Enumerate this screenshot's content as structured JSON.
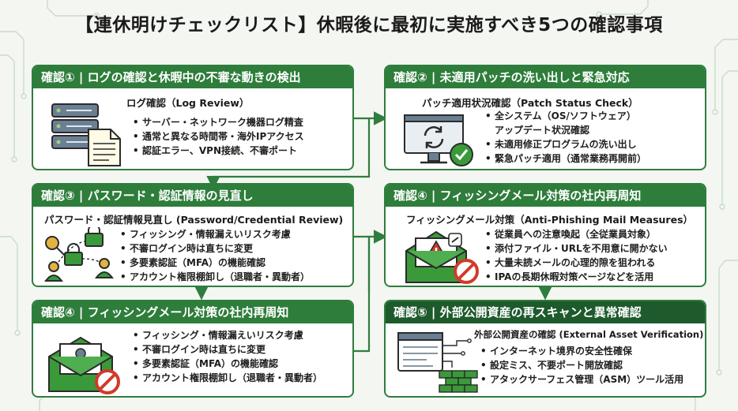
{
  "title": "【連休明けチェックリスト】休暇後に最初に実施すべき5つの確認事項",
  "cards": {
    "c1": {
      "header": "確認① | ログの確認と休暇中の不審な動きの検出",
      "subtitle": "ログ確認（Log Review）",
      "items": [
        "サーバー・ネットワーク機器ログ精査",
        "通常と異なる時間帯・海外IPアクセス",
        "認証エラー、VPN接続、不審ポート"
      ]
    },
    "c2": {
      "header": "確認② | 未適用パッチの洗い出しと緊急対応",
      "subtitle": "パッチ適用状況確認（Patch Status Check）",
      "items": [
        "全システム（OS/ソフトウェア）",
        "アップデート状況確認",
        "未適用修正プログラムの洗い出し",
        "緊急パッチ適用（通常業務再開前）"
      ]
    },
    "c3": {
      "header": "確認③ | パスワード・認証情報の見直し",
      "subtitle": "パスワード・認証情報見直し (Password/Credential Review)",
      "items": [
        "フィッシング・情報漏えいリスク考慮",
        "不審ログイン時は直ちに変更",
        "多要素認証（MFA）の機能確認",
        "アカウント権限棚卸し（退職者・異動者）"
      ]
    },
    "c4a": {
      "header": "確認④ | フィッシングメール対策の社内再周知",
      "subtitle": "フィッシングメール対策（Anti-Phishing Mail Measures）",
      "items": [
        "従業員への注意喚起（全従業員対象）",
        "添付ファイル・URLを不用意に開かない",
        "大量未読メールの心理的隙を狙われる",
        "IPAの長期休暇対策ページなどを活用"
      ]
    },
    "c4b": {
      "header": "確認④ | フィッシングメール対策の社内再周知",
      "items": [
        "フィッシング・情報漏えいリスク考慮",
        "不審ログイン時は直ちに変更",
        "多要素認証（MFA）の機能確認",
        "アカウント権限棚卸し（退職者・異動者）"
      ]
    },
    "c5": {
      "header": "確認⑤ | 外部公開資産の再スキャンと異常確認",
      "subtitle": "外部公開資産の確認 (External Asset Verification)",
      "items": [
        "インターネット境界の安全性確保",
        "設定ミス、不要ポート開放確認",
        "アタックサーフェス管理（ASM）ツール活用"
      ]
    }
  },
  "colors": {
    "header_green": "#2e7d3b",
    "header_dark": "#1e5a2c",
    "border": "#2f7d3f",
    "accent_red": "#d23a2a",
    "check_green": "#3a9a3a"
  },
  "icons": {
    "c1": "server-with-log-document-icon",
    "c2": "monitor-with-refresh-and-checkmark-icon",
    "c3": "key-padlocks-and-users-icon",
    "c4a": "envelope-with-warning-and-link-icon",
    "c4b": "envelope-with-user-and-prohibition-icon",
    "c5": "browser-window-with-brick-firewall-icon"
  }
}
